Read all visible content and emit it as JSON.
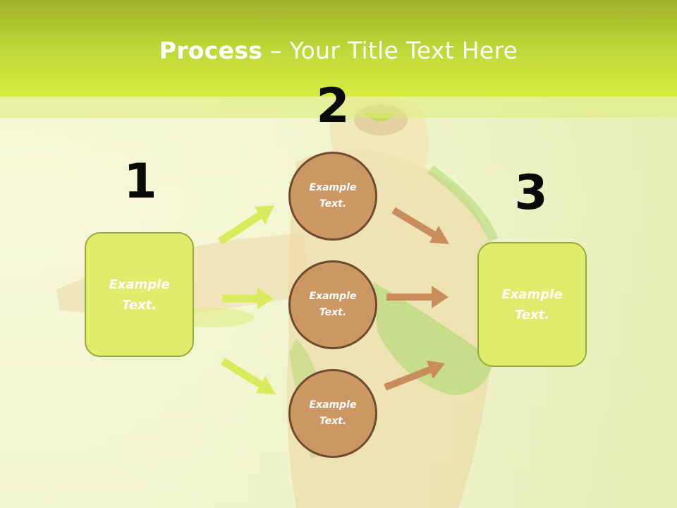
{
  "title": {
    "bold": "Process",
    "rest": " – Your Title Text Here"
  },
  "steps": [
    {
      "number": "1",
      "label": "Example Text."
    },
    {
      "number": "2",
      "circles": [
        "Example Text.",
        "Example Text.",
        "Example Text."
      ]
    },
    {
      "number": "3",
      "label": "Example Text."
    }
  ],
  "colors": {
    "title_bar": "#c2da3a",
    "box_fill": "#dfec6c",
    "box_border": "#95a93c",
    "circle_fill": "#cc9763",
    "circle_border": "#6e4a2e",
    "arrow_green": "#d7eb5c",
    "arrow_brown": "#c98c5d"
  }
}
